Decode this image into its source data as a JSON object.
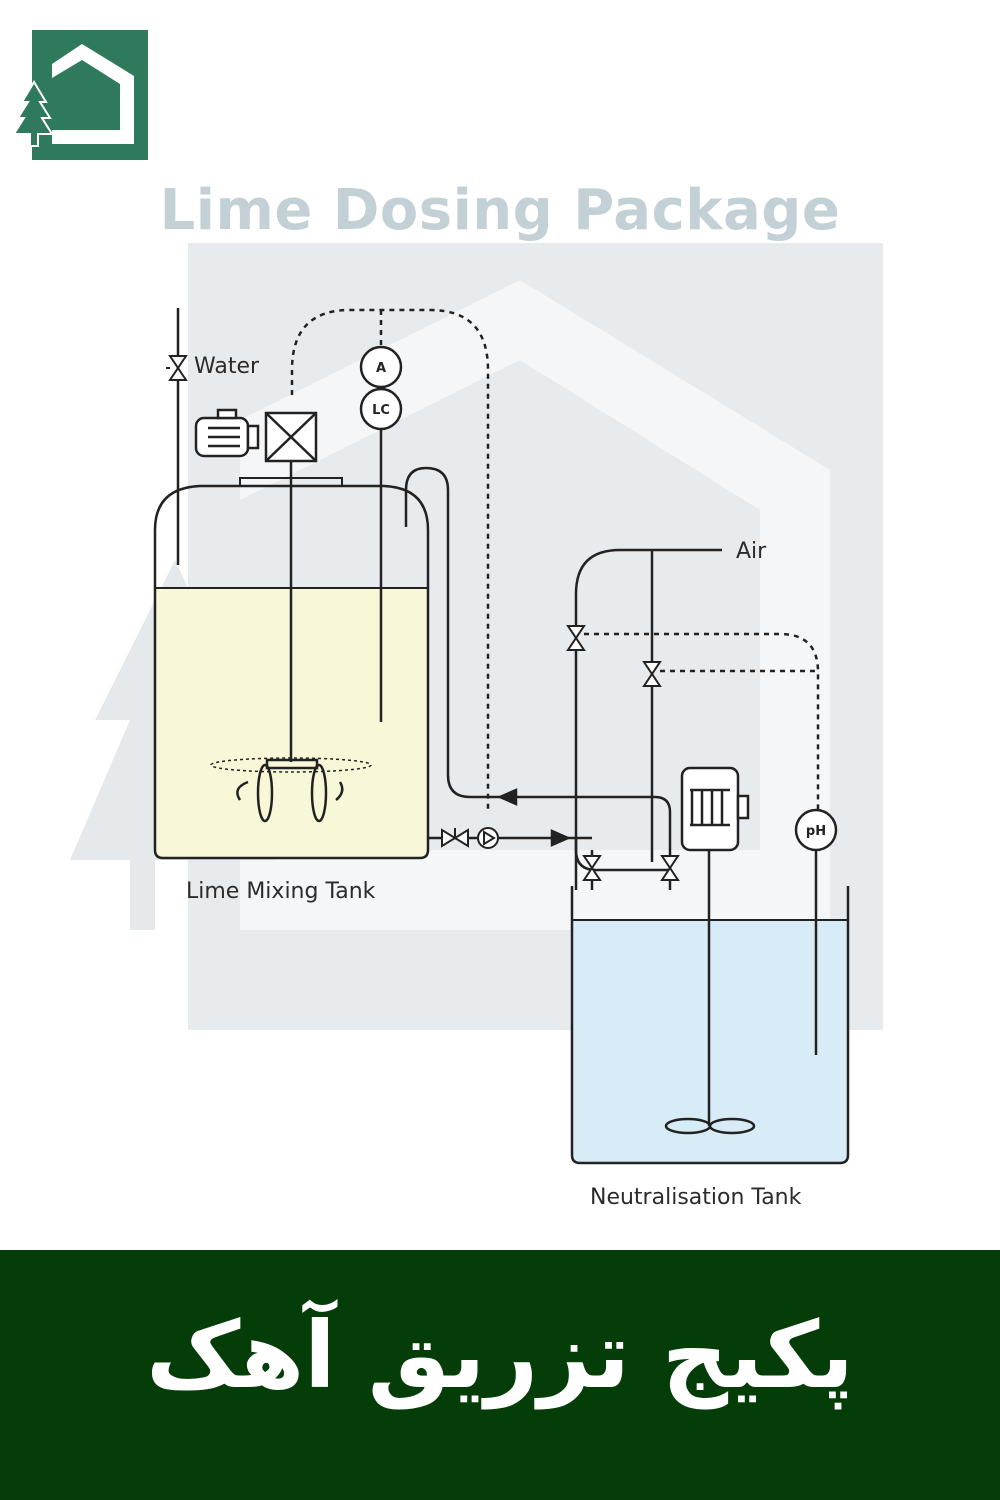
{
  "header": {
    "logo_icon": "house-tree-logo-icon",
    "title": "Lime Dosing Package"
  },
  "diagram": {
    "labels": {
      "water": "Water",
      "air": "Air",
      "lime_mixing_tank": "Lime Mixing Tank",
      "neutralisation_tank": "Neutralisation Tank"
    },
    "instruments": {
      "analyzer": "A",
      "level_controller": "LC",
      "ph_sensor": "pH"
    },
    "colors": {
      "lime_liquid": "#f8f8d8",
      "neutral_liquid": "#d8ecf8",
      "line": "#222222",
      "watermark": "#e4e8ea"
    }
  },
  "footer": {
    "title": "پکیج تزریق آهک",
    "background": "#053d08"
  }
}
